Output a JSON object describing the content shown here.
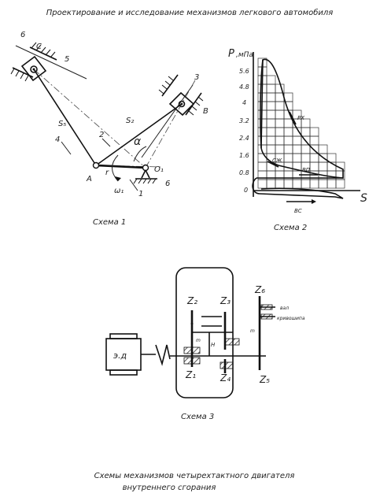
{
  "header": {
    "title": "Проектирование и исследование механизмов легкового автомобиля"
  },
  "scheme1": {
    "caption": "Схема 1",
    "labels": {
      "n6": "6",
      "nC": "C",
      "n5": "5",
      "nS5": "S₅",
      "n4": "4",
      "n2": "2",
      "nS2": "S₂",
      "alpha": "α",
      "n3": "3",
      "nB": "B",
      "nA": "A",
      "nr": "r",
      "nO1": "O₁",
      "n6b": "6",
      "nomega": "ω₁",
      "n1": "1"
    }
  },
  "scheme2": {
    "caption": "Схема 2",
    "labels": {
      "P": "P",
      "unit": ",мПа",
      "S": "S",
      "rx": "РХ",
      "sj": "СЖ",
      "vp": "ВП",
      "vs": "ВС"
    },
    "y_ticks": [
      "5.6",
      "4.8",
      "4",
      "3.2",
      "2.4",
      "1.6",
      "0.8",
      "0"
    ]
  },
  "scheme3": {
    "caption": "Схема 3",
    "labels": {
      "engine": "э.д",
      "z1": "Z₁",
      "z2": "Z₂",
      "z3": "Z₃",
      "z4": "Z₄",
      "z5": "Z₅",
      "z6": "Z₆",
      "m1": "m",
      "m2": "m",
      "H": "H",
      "val": "вал",
      "crank": "кривошипа"
    }
  },
  "footer": {
    "line1": "Схемы механизмов четырехтактного двигателя",
    "line2": "внутреннего сгорания"
  }
}
